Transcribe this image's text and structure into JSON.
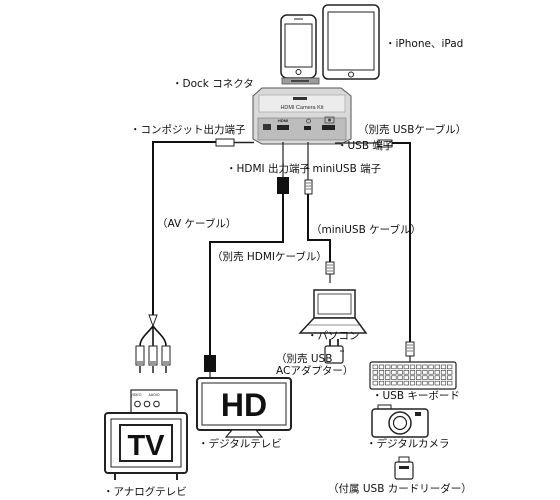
{
  "labels": {
    "iphone_ipad": "・iPhone、iPad",
    "dock_connector": "・Dock コネクタ",
    "composite_out": "・コンポジット出力端子",
    "usb_port": "・USB 端子",
    "sold_separately_usb_cable": "（別売 USBケーブル）",
    "hdmi_out": "・HDMI 出力端子",
    "miniusb_port": "・miniUSB 端子",
    "av_cable": "（AV ケーブル）",
    "miniusb_cable": "（miniUSB ケーブル）",
    "sold_separately_hdmi_cable": "（別売 HDMIケーブル）",
    "pc": "・パソコン",
    "usb_ac_adapter": "（別売 USB\nACアダプター）",
    "usb_keyboard": "・USB キーボード",
    "digital_tv": "・デジタルテレビ",
    "digital_camera": "・デジタルカメラ",
    "analog_tv": "・アナログテレビ",
    "included_card_reader": "（付属 USB カードリーダー）"
  },
  "device": {
    "model_text": "HDMI Camera Kit",
    "hdmi_mark": "HDMI"
  },
  "tv_marks": {
    "hd_text": "HD",
    "tv_text": "TV",
    "video_jack": "VIDEO",
    "audio_jack": "AUDIO"
  }
}
